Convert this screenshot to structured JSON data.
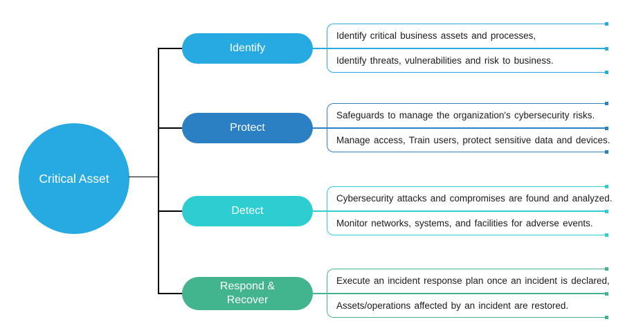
{
  "center": {
    "label": "Critical Asset"
  },
  "colors": {
    "identify": "#27AAE1",
    "protect": "#2B80C4",
    "detect": "#2DCDD2",
    "respond": "#42B48E",
    "line": "#000000",
    "detail_text": "#1A1A1A",
    "node_text": "#FFFFFF",
    "background": "#FFFFFF"
  },
  "sections": [
    {
      "id": "identify",
      "label": "Identify",
      "details": [
        "Identify critical business assets and processes,",
        "Identify threats, vulnerabilities and risk to business."
      ]
    },
    {
      "id": "protect",
      "label": "Protect",
      "details": [
        "Safeguards to manage the organization's cybersecurity risks.",
        "Manage access, Train users, protect sensitive data and devices."
      ]
    },
    {
      "id": "detect",
      "label": "Detect",
      "details": [
        "Cybersecurity attacks and compromises are found and analyzed.",
        "Monitor networks, systems, and facilities for adverse events."
      ]
    },
    {
      "id": "respond",
      "label": "Respond &\nRecover",
      "details": [
        "Execute an incident response plan once an incident is declared,",
        "Assets/operations affected by an incident are restored."
      ]
    }
  ]
}
